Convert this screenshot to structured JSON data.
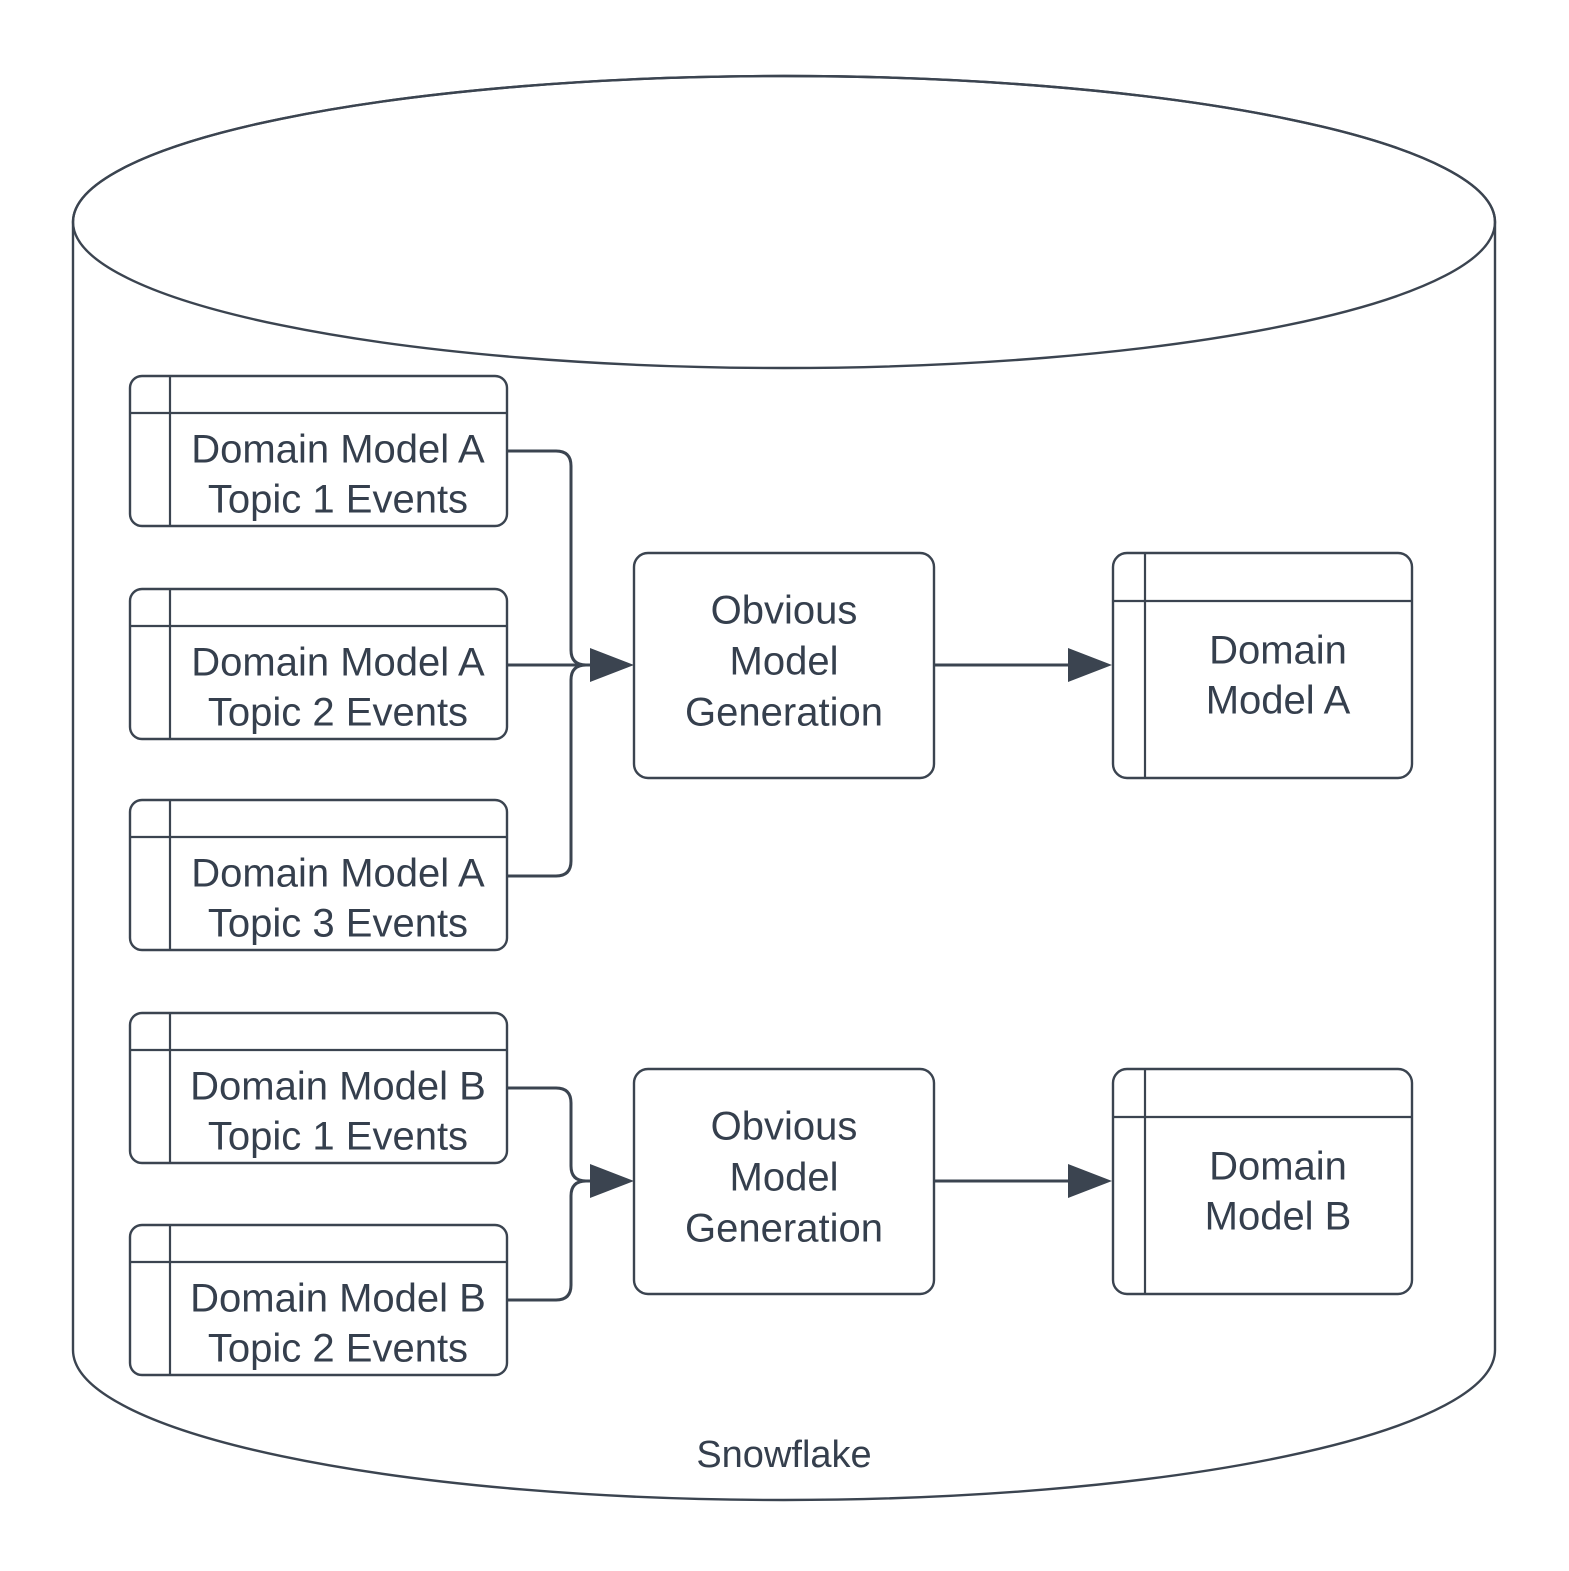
{
  "container": {
    "label": "Snowflake",
    "shape": "cylinder"
  },
  "colors": {
    "stroke": "#3b4450",
    "text": "#353f4d",
    "fill": "#ffffff",
    "background": "#ffffff"
  },
  "groups": [
    {
      "id": "group-a",
      "sources": [
        {
          "line1": "Domain Model A",
          "line2": "Topic 1 Events"
        },
        {
          "line1": "Domain Model A",
          "line2": "Topic 2 Events"
        },
        {
          "line1": "Domain Model A",
          "line2": "Topic 3 Events"
        }
      ],
      "process": {
        "line1": "Obvious",
        "line2": "Model",
        "line3": "Generation"
      },
      "output": {
        "line1": "Domain",
        "line2": "Model A"
      }
    },
    {
      "id": "group-b",
      "sources": [
        {
          "line1": "Domain Model B",
          "line2": "Topic 1 Events"
        },
        {
          "line1": "Domain Model B",
          "line2": "Topic 2 Events"
        }
      ],
      "process": {
        "line1": "Obvious",
        "line2": "Model",
        "line3": "Generation"
      },
      "output": {
        "line1": "Domain",
        "line2": "Model B"
      }
    }
  ]
}
